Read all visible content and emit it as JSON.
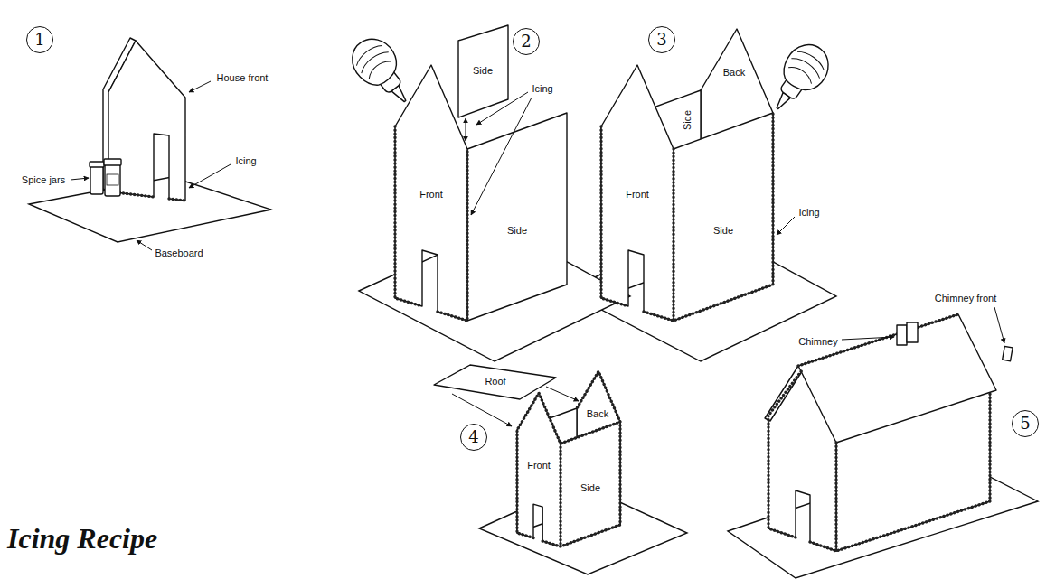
{
  "diagram": {
    "title": "Icing Recipe",
    "nodes": [
      {
        "text": [
          "1"
        ]
      },
      {
        "text": [
          "2"
        ]
      },
      {
        "text": [
          "3"
        ]
      },
      {
        "text": [
          "4"
        ]
      },
      {
        "text": [
          "5"
        ]
      }
    ],
    "labels": [
      "House front",
      "Spice jars",
      "Icing",
      "Baseboard",
      "Side",
      "Front",
      "Icing",
      "Side",
      "Side",
      "Back",
      "Front",
      "Side",
      "Icing",
      "Roof",
      "Front",
      "Back",
      "Side",
      "Chimney",
      "Chimney front"
    ]
  }
}
